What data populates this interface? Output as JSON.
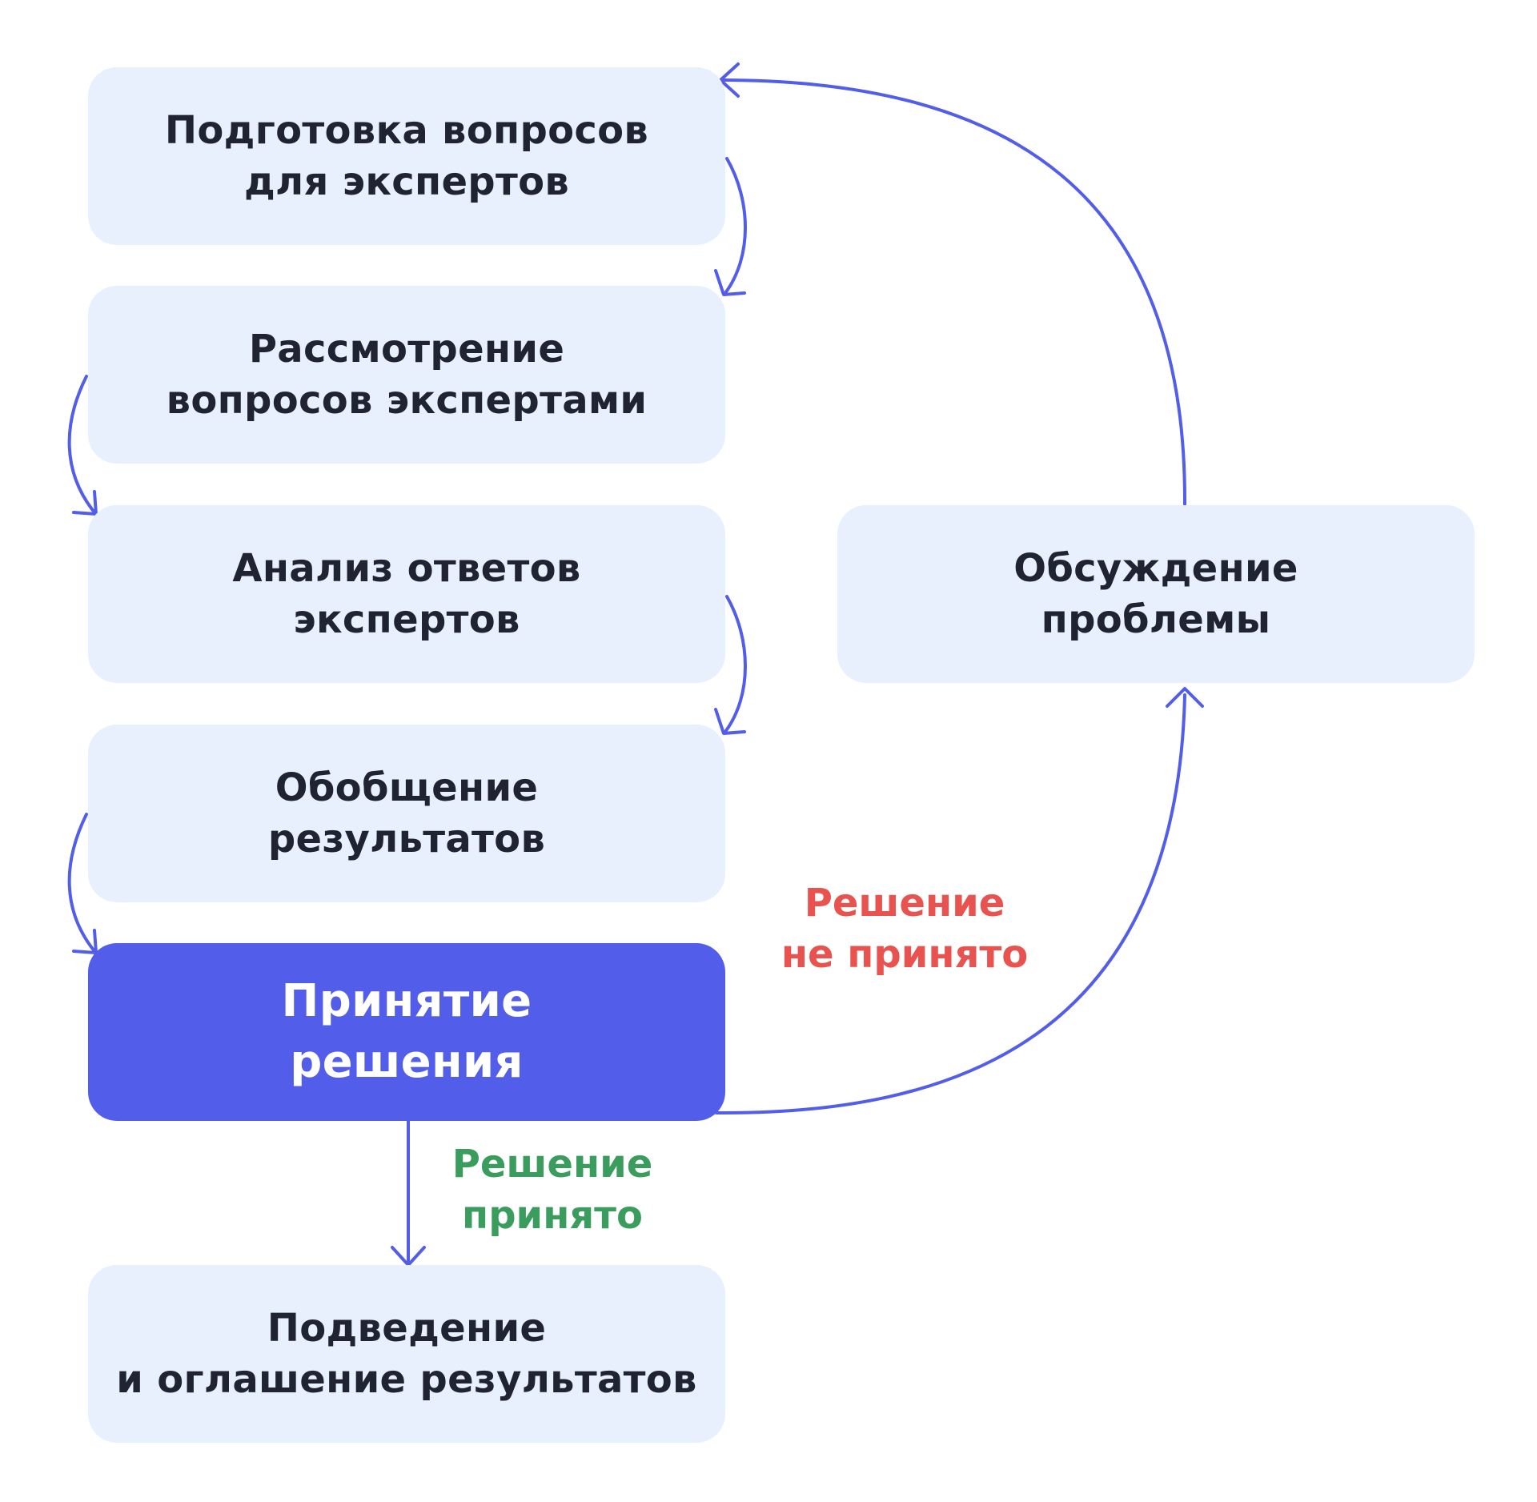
{
  "colors": {
    "box_background": "#e8f0fd",
    "box_active": "#525eea",
    "arrow": "#525eea",
    "text_dark": "#1f2332",
    "rejected": "#e8534f",
    "accepted": "#3a9d5d"
  },
  "nodes": {
    "prepare": [
      "Подготовка вопросов",
      "для экспертов"
    ],
    "review": [
      "Рассмотрение",
      "вопросов экспертами"
    ],
    "analysis": [
      "Анализ ответов",
      "экспертов"
    ],
    "summary": [
      "Обобщение",
      "результатов"
    ],
    "decision": [
      "Принятие",
      "решения"
    ],
    "final": [
      "Подведение",
      "и оглашение результатов"
    ],
    "discussion": [
      "Обсуждение",
      "проблемы"
    ]
  },
  "labels": {
    "not_accepted": [
      "Решение",
      "не принято"
    ],
    "accepted": [
      "Решение",
      "принято"
    ]
  }
}
